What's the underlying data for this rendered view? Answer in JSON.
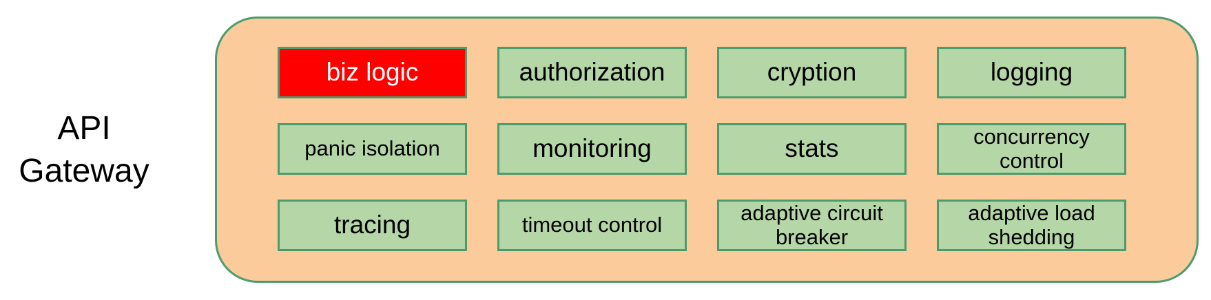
{
  "title": {
    "line1": "API",
    "line2": "Gateway"
  },
  "colors": {
    "background": "#ffffff",
    "container_fill": "#fbcb9b",
    "container_border": "#4a9c6c",
    "box_fill": "#b5d6a6",
    "box_border": "#4a9c6c",
    "highlight_fill": "#fe0000",
    "highlight_text": "#ffffff",
    "text": "#000000"
  },
  "rows": [
    {
      "boxes": [
        {
          "label": "biz logic",
          "highlighted": true
        },
        {
          "label": "authorization",
          "highlighted": false
        },
        {
          "label": "cryption",
          "highlighted": false
        },
        {
          "label": "logging",
          "highlighted": false
        }
      ]
    },
    {
      "boxes": [
        {
          "label": "panic isolation",
          "highlighted": false
        },
        {
          "label": "monitoring",
          "highlighted": false
        },
        {
          "label": "stats",
          "highlighted": false
        },
        {
          "label": "concurrency control",
          "highlighted": false
        }
      ]
    },
    {
      "boxes": [
        {
          "label": "tracing",
          "highlighted": false
        },
        {
          "label": "timeout control",
          "highlighted": false
        },
        {
          "label": "adaptive circuit breaker",
          "highlighted": false
        },
        {
          "label": "adaptive load shedding",
          "highlighted": false
        }
      ]
    }
  ]
}
